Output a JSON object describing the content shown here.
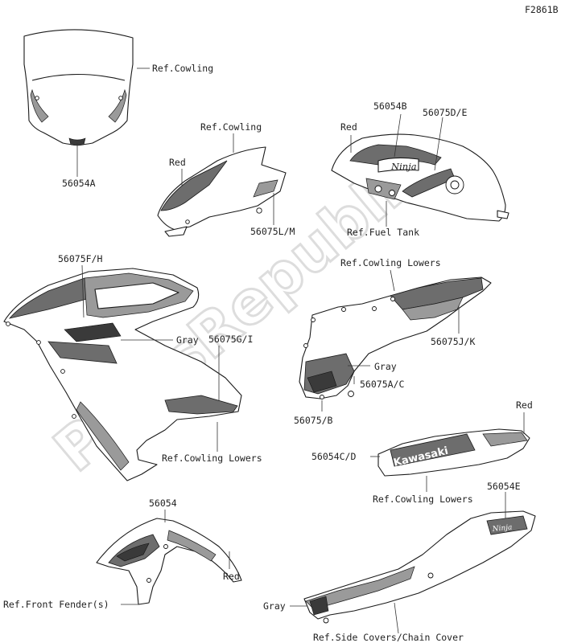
{
  "figure_code": "F2861B",
  "watermark": "PartsRepublik",
  "labels": {
    "windshield_ref": "Ref.Cowling",
    "windshield_part": "56054A",
    "upper_cowl_ref": "Ref.Cowling",
    "upper_cowl_color": "Red",
    "upper_cowl_part": "56075L/M",
    "tank_color": "Red",
    "tank_part_b": "56054B",
    "tank_part_de": "56075D/E",
    "tank_ref": "Ref.Fuel Tank",
    "side_cowl_part_fh": "56075F/H",
    "side_cowl_color": "Gray",
    "side_cowl_part_gi": "56075G/I",
    "side_cowl_ref": "Ref.Cowling Lowers",
    "lower_cowl_ref": "Ref.Cowling Lowers",
    "lower_cowl_part_jk": "56075J/K",
    "lower_cowl_color": "Gray",
    "lower_cowl_part_ac": "56075A/C",
    "lower_cowl_part_b": "56075/B",
    "belly_color": "Red",
    "belly_part": "56054C/D",
    "belly_ref": "Ref.Cowling Lowers",
    "fender_part": "56054",
    "fender_color": "Red",
    "fender_ref": "Ref.Front Fender(s)",
    "tail_part": "56054E",
    "tail_color": "Gray",
    "tail_ref": "Ref.Side Covers/Chain Cover"
  },
  "decals": {
    "tank_logo": "Ninja",
    "belly_logo": "Kawasaki",
    "tail_logo": "Ninja"
  }
}
